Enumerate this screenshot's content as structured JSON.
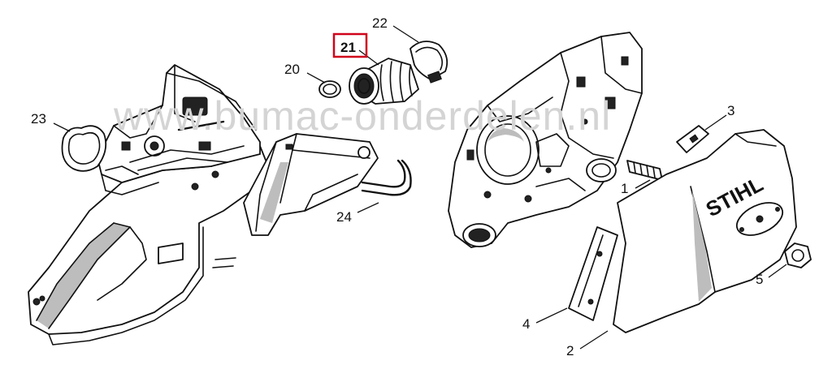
{
  "watermark": "www.bumac-onderdelen.nl",
  "brand_text": "STIHL",
  "highlight_color": "#d0021b",
  "callouts": {
    "p1": "1",
    "p2": "2",
    "p3": "3",
    "p4": "4",
    "p5": "5",
    "p20": "20",
    "p21": "21",
    "p22": "22",
    "p23": "23",
    "p24": "24"
  }
}
